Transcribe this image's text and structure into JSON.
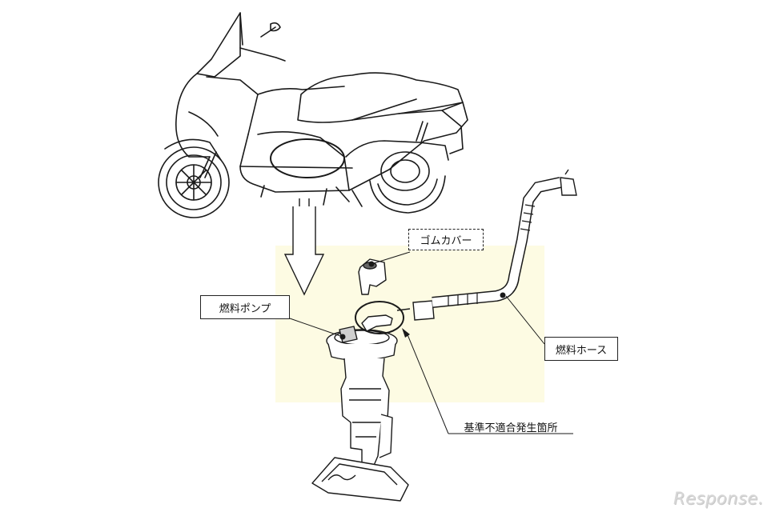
{
  "labels": {
    "rubber_cover": "ゴムカバー",
    "fuel_pump": "燃料ポンプ",
    "fuel_hose": "燃料ホース",
    "defect_location": "基準不適合発生箇所"
  },
  "watermark": "Response.",
  "colors": {
    "highlight": "#fdfbe3",
    "line": "#1a1a1a"
  }
}
